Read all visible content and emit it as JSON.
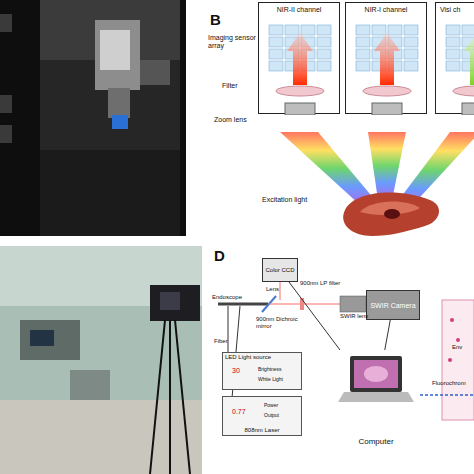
{
  "diagram": {
    "nodes": [
      {
        "text": [
          "NIR-II channel"
        ]
      },
      {
        "text": [
          "NIR-I channel"
        ]
      },
      {
        "text": [
          "Visi ch"
        ]
      },
      {
        "text": [
          "Color CCD"
        ]
      },
      {
        "text": [
          "SWIR Camera"
        ]
      },
      {
        "text": [
          "LED Light source"
        ]
      },
      {
        "text": [
          "808nm Laser"
        ]
      },
      {
        "text": [
          "Computer"
        ]
      }
    ],
    "edges": [
      {
        "from": 4,
        "to": 7,
        "arrow": "none"
      },
      {
        "from": 3,
        "to": 7,
        "arrow": "none"
      }
    ],
    "labels": [
      "B",
      "D",
      "Imaging sensor array",
      "Filter",
      "Zoom lens",
      "Excitation light",
      "Lens",
      "900nm LP filter",
      "SWIR lens",
      "Endoscope",
      "900nm Dichroic mirror",
      "Fiber",
      "Brightness",
      "30",
      "White Light",
      "0.77",
      "Power",
      "Output",
      "Env",
      "Fluorochrom"
    ]
  }
}
